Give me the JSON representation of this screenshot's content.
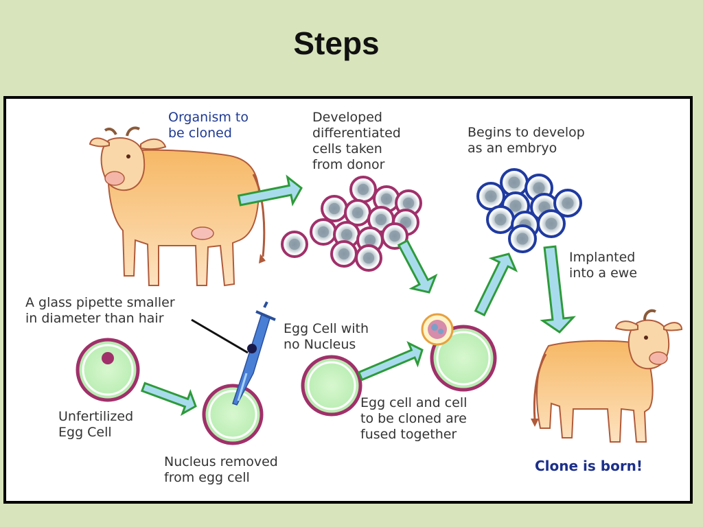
{
  "slide": {
    "title": "Steps"
  },
  "diagram": {
    "organism_label": "Organism to\nbe cloned",
    "donor_cells_label": "Developed\ndifferentiated\ncells taken\nfrom donor",
    "embryo_label": "Begins to develop\nas an embryo",
    "implanted_label": "Implanted\ninto a ewe",
    "pipette_label": "A glass pipette smaller\nin diameter than hair",
    "egg_no_nucleus_label": "Egg Cell with\nno Nucleus",
    "unfertilized_label": "Unfertilized\nEgg Cell",
    "nucleus_removed_label": "Nucleus removed\nfrom egg cell",
    "fused_label": "Egg cell and cell\nto be cloned are\nfused together",
    "clone_born_label": "Clone is born!"
  },
  "colors": {
    "background": "#d8e4bc",
    "arrow_fill": "#a8dced",
    "arrow_stroke": "#2e9a3a",
    "cell_ring": "#a0306a",
    "embryo_ring": "#1f3aa0",
    "cow_body": "#f5c36e",
    "egg_fill": "#c6f2c0"
  }
}
